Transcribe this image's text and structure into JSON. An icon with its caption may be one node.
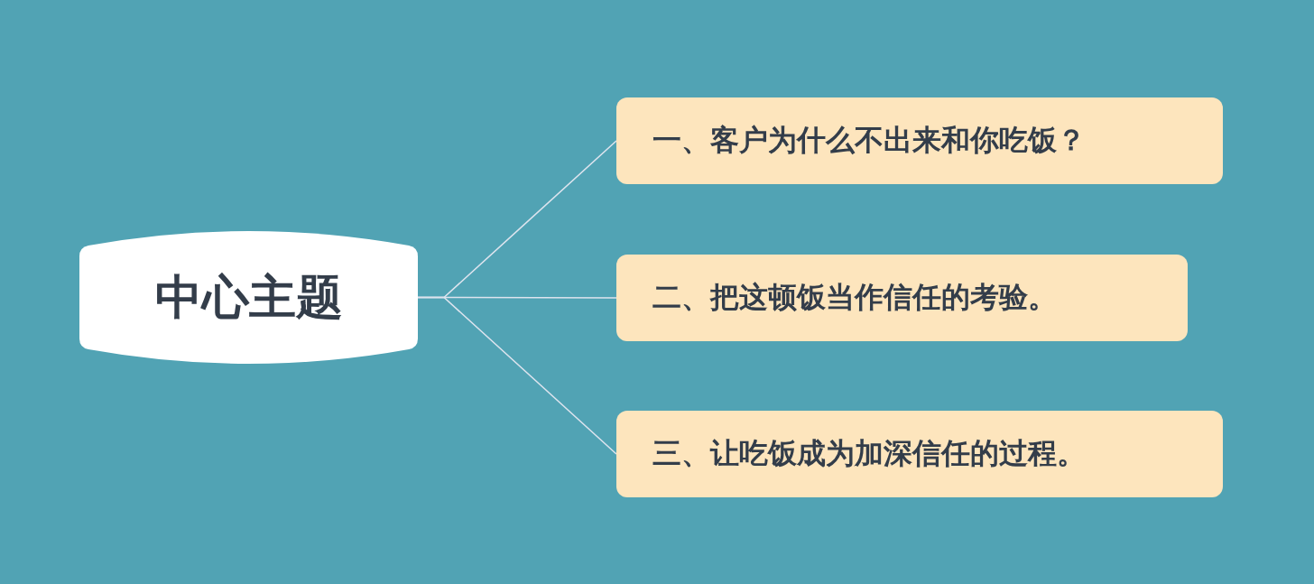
{
  "diagram": {
    "nodes": [
      {
        "text": [
          "中心主题"
        ]
      },
      {
        "text": [
          "一、客户为什么不出来和你吃饭？"
        ]
      },
      {
        "text": [
          "二、把这顿饭当作信任的考验。"
        ]
      },
      {
        "text": [
          "三、让吃饭成为加深信任的过程。"
        ]
      }
    ],
    "edges": [
      {
        "from": 0,
        "to": 1,
        "arrow": "none"
      },
      {
        "from": 0,
        "to": 2,
        "arrow": "none"
      },
      {
        "from": 0,
        "to": 3,
        "arrow": "none"
      }
    ]
  }
}
